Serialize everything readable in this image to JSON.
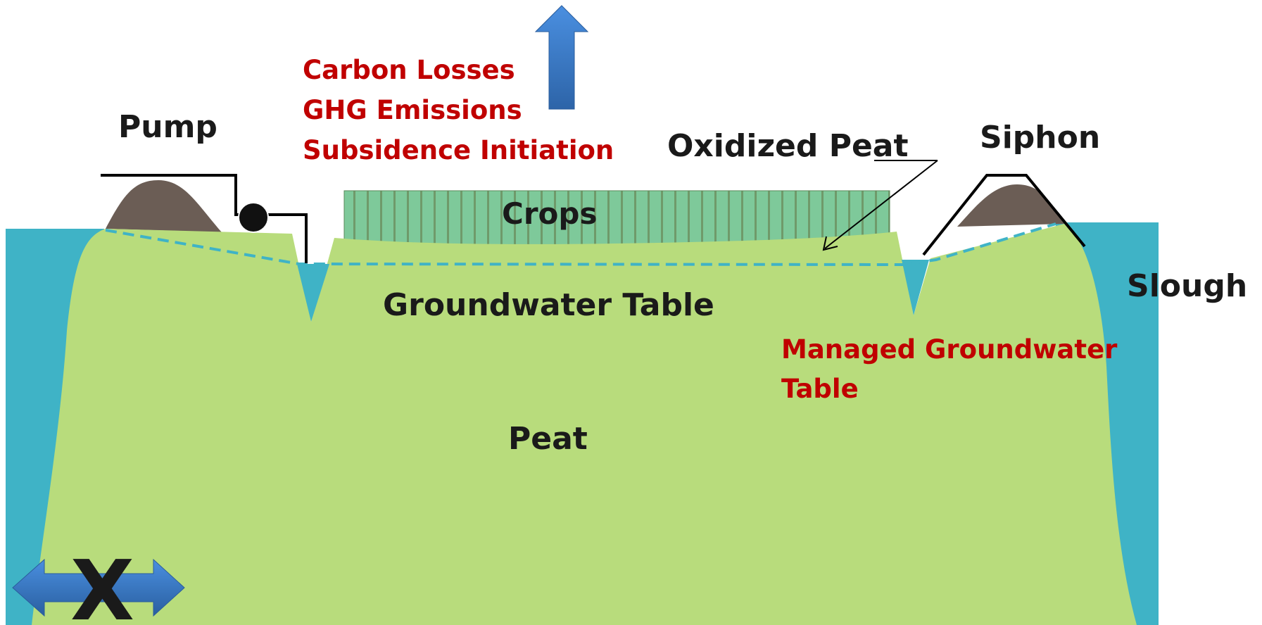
{
  "labels": {
    "pump": "Pump",
    "siphon": "Siphon",
    "slough": "Slough",
    "crops": "Crops",
    "oxidized_peat": "Oxidized Peat",
    "groundwater_table": "Groundwater Table",
    "peat": "Peat",
    "x_axis_mark": "X"
  },
  "emissions": {
    "line1": "Carbon Losses",
    "line2": "GHG Emissions",
    "line3": "Subsidence Initiation"
  },
  "managed_groundwater": {
    "line1": "Managed Groundwater",
    "line2": "Table"
  },
  "colors": {
    "peat": "#b8dc7c",
    "water": "#3fb3c6",
    "crops": "#7ec99a",
    "crop_stripe": "#6f9a6a",
    "levee": "#6b5d55",
    "arrow_blue": "#3a7fd0",
    "text_red": "#c00000",
    "text_black": "#1a1a1a"
  }
}
